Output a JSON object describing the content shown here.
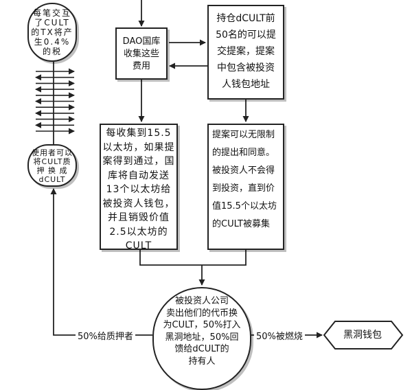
{
  "nodes": {
    "tax": "每笔交互\n了CULT\n的TX将产\n生0.4%\n的税",
    "stake": "使用者可以\n将CULT质\n押 换 成\ndCULT",
    "dao": "DAO国库\n收集这些\n费用",
    "holders": "持仓dCULT前\n50名的可以提\n交提案，提案\n中包含被投资\n人钱包地址",
    "collect": "每收集到15.5\n以太坊，如果提\n案得到通过，国\n库将自动发送\n13个以太坊给\n被投资人钱包，\n并且销毁价值\n2.5以太坊的\nCULT",
    "proposal": "提案可以无限制\n的提出和同意。\n被投资人不会得\n到投资，直到价\n值15.5个以太坊\n的CULT被募集",
    "sell": "被投资人公司\n卖出他们的代币换\n为CULT，50%打入\n黑洞地址，50%回\n馈给dCULT的\n持有人",
    "blackhole": "黑洞钱包"
  },
  "edges": {
    "to_stakers": "50%给质押者",
    "burned": "50%被燃烧"
  },
  "colors": {
    "line": "#222222",
    "fill": "#ffffff"
  }
}
